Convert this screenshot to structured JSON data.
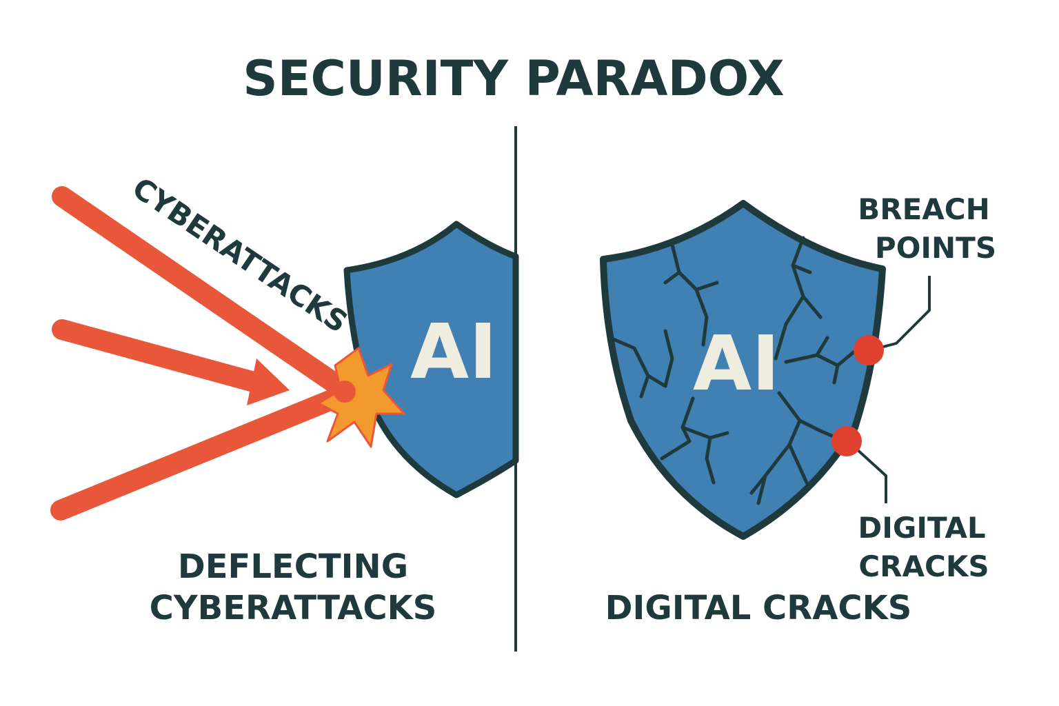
{
  "title": "SECURITY PARADOX",
  "colors": {
    "ink": "#1f3a3d",
    "shield": "#4080b3",
    "attack": "#e8573a",
    "burst": "#f39a2e",
    "breach": "#e0402f",
    "ai_text": "#efece0"
  },
  "left_panel": {
    "shield_text": "AI",
    "attack_label": "CYBERATTACKS",
    "caption_line1": "DEFLECTING",
    "caption_line2": "CYBERATTACKS"
  },
  "right_panel": {
    "shield_text": "AI",
    "breach_label_line1": "BREACH",
    "breach_label_line2": "POINTS",
    "cracks_label_line1": "DIGITAL",
    "cracks_label_line2": "CRACKS",
    "caption": "DIGITAL CRACKS"
  }
}
